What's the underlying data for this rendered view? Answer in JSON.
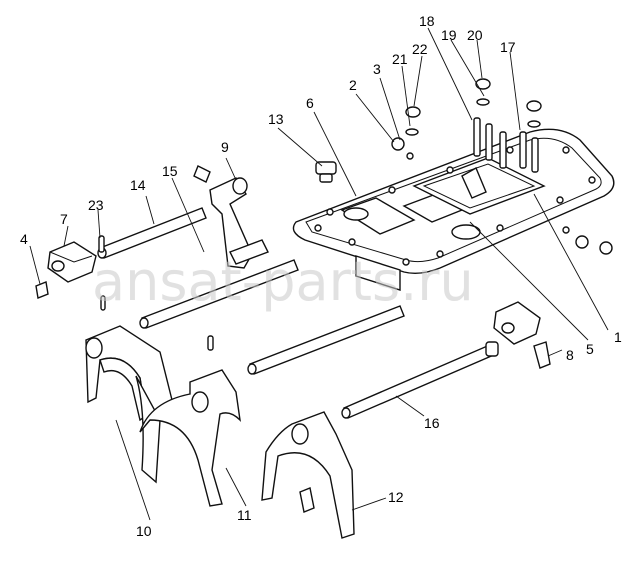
{
  "watermark": "ansat-parts.ru",
  "callouts": [
    {
      "id": "c1",
      "text": "1"
    },
    {
      "id": "c2",
      "text": "2"
    },
    {
      "id": "c3",
      "text": "3"
    },
    {
      "id": "c4",
      "text": "4"
    },
    {
      "id": "c5",
      "text": "5"
    },
    {
      "id": "c6",
      "text": "6"
    },
    {
      "id": "c7",
      "text": "7"
    },
    {
      "id": "c8",
      "text": "8"
    },
    {
      "id": "c9",
      "text": "9"
    },
    {
      "id": "c10",
      "text": "10"
    },
    {
      "id": "c11",
      "text": "11"
    },
    {
      "id": "c12",
      "text": "12"
    },
    {
      "id": "c13",
      "text": "13"
    },
    {
      "id": "c14",
      "text": "14"
    },
    {
      "id": "c15",
      "text": "15"
    },
    {
      "id": "c16",
      "text": "16"
    },
    {
      "id": "c17",
      "text": "17"
    },
    {
      "id": "c18",
      "text": "18"
    },
    {
      "id": "c19",
      "text": "19"
    },
    {
      "id": "c20",
      "text": "20"
    },
    {
      "id": "c21",
      "text": "21"
    },
    {
      "id": "c22",
      "text": "22"
    },
    {
      "id": "c23",
      "text": "23"
    }
  ]
}
